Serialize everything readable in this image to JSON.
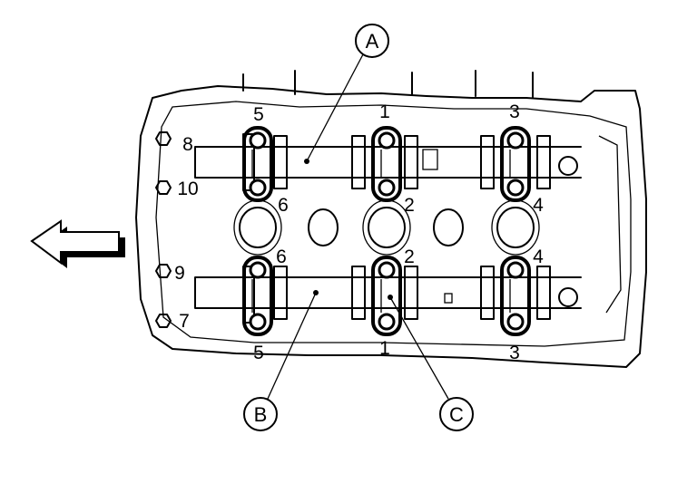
{
  "diagram": {
    "callouts": {
      "a": "A",
      "b": "B",
      "c": "C"
    },
    "top_outer": [
      "5",
      "1",
      "3"
    ],
    "top_inner": [
      "6",
      "2",
      "4"
    ],
    "bottom_inner": [
      "6",
      "2",
      "4"
    ],
    "bottom_outer": [
      "5",
      "1",
      "3"
    ],
    "left_bolts": [
      "8",
      "10",
      "9",
      "7"
    ]
  }
}
